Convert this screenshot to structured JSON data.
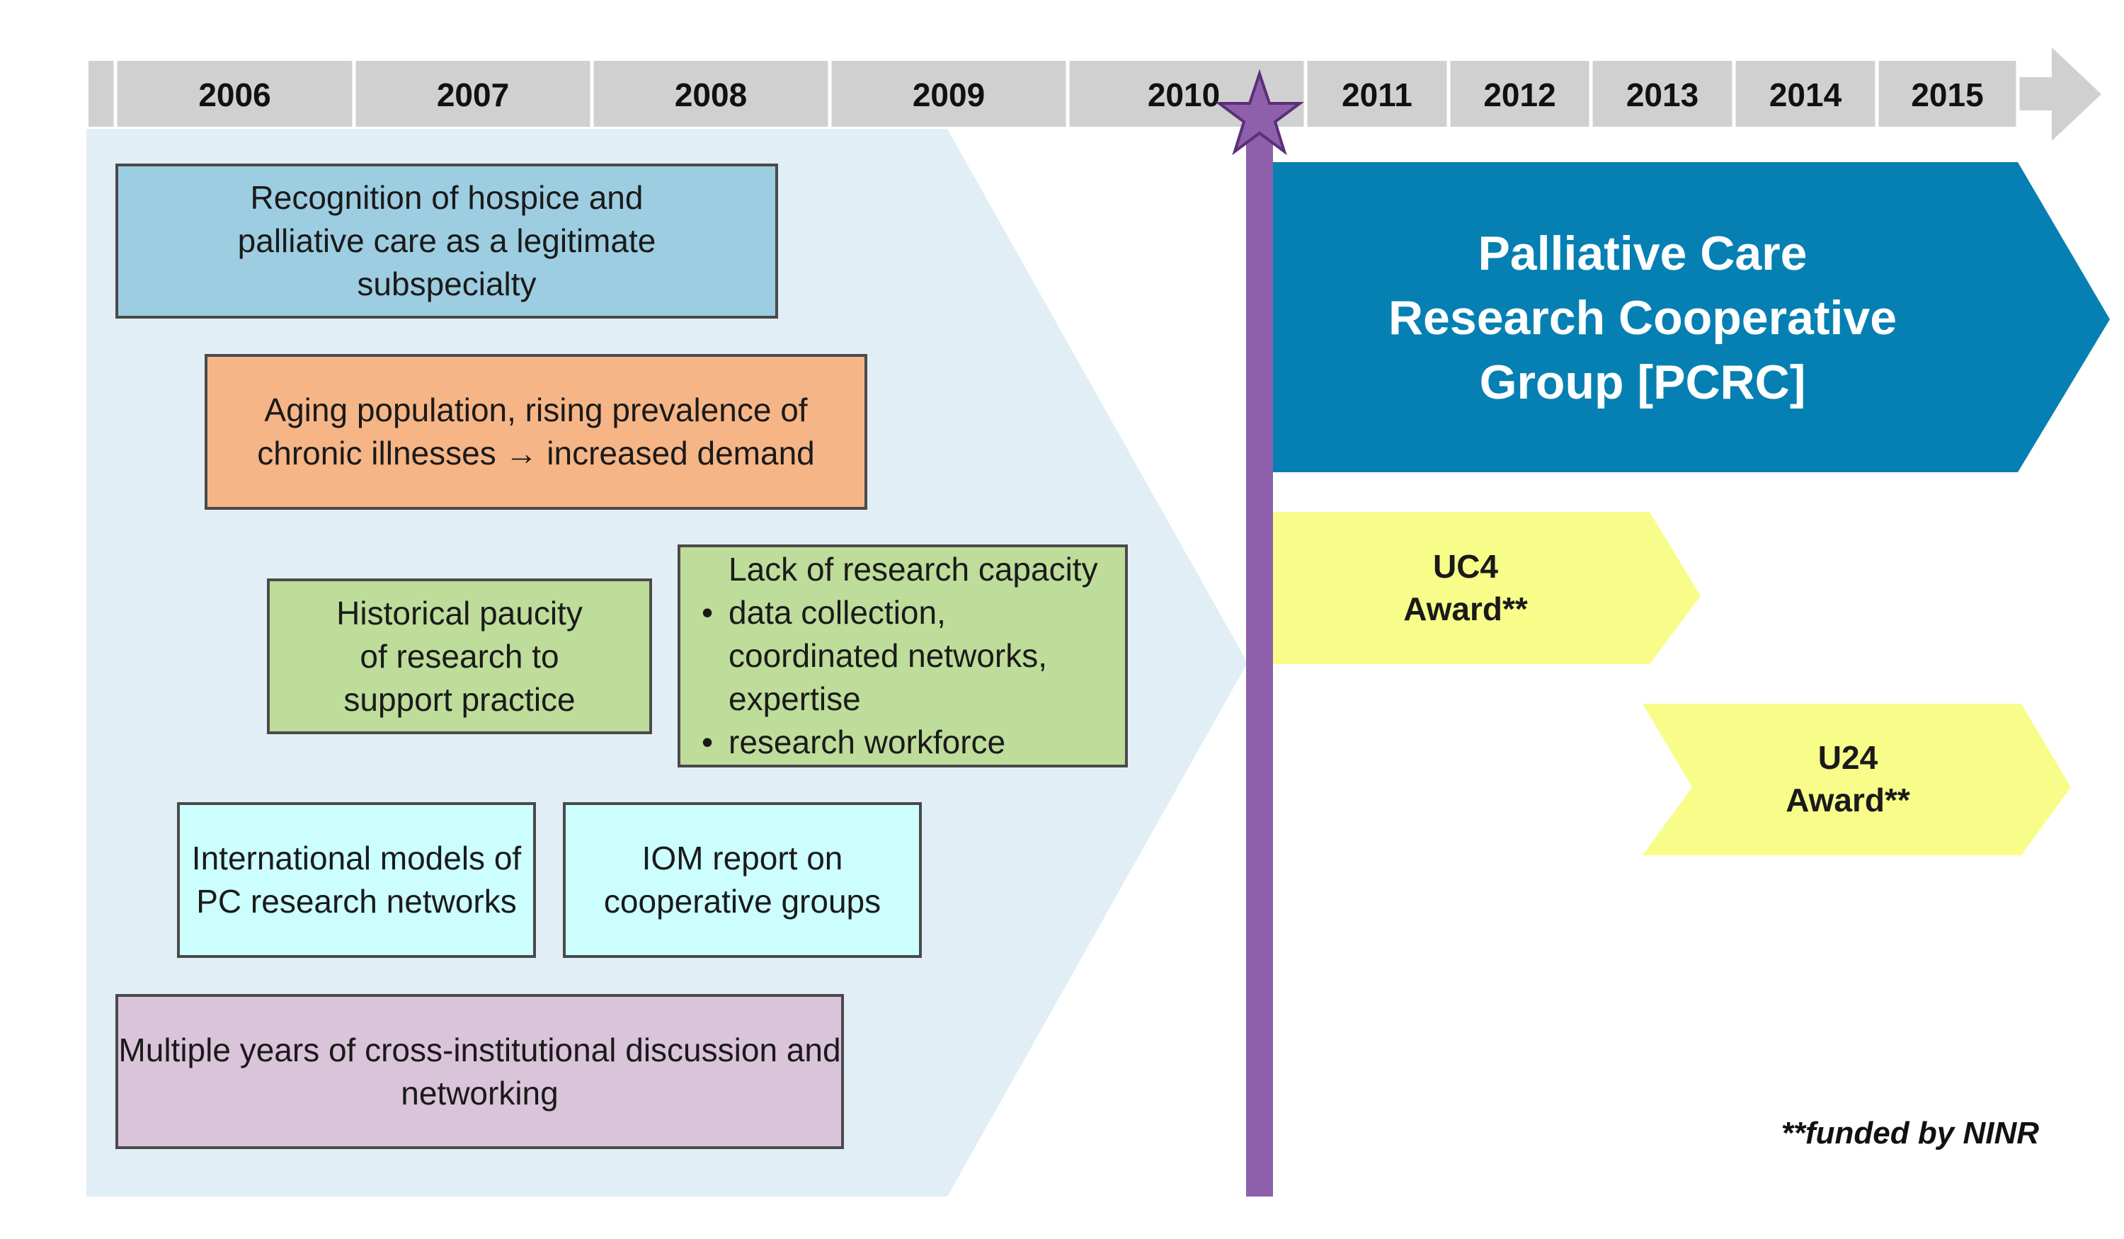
{
  "timeline": {
    "years": [
      "2006",
      "2007",
      "2008",
      "2009",
      "2010",
      "2011",
      "2012",
      "2013",
      "2014",
      "2015"
    ]
  },
  "colors": {
    "timeline_bar": "#d0d0d0",
    "background_chevron": "#e1eef5",
    "milestone": "#8e5faa",
    "pcrc_arrow": "#0680b3",
    "award_arrow": "#f8fd8a",
    "box_recognition": "#9dcde1",
    "box_aging": "#f6b586",
    "box_green": "#bedc9a",
    "box_cyan": "#ccfefe",
    "box_purple": "#dac4d9"
  },
  "factors": {
    "recognition": {
      "lines": [
        "Recognition of hospice and",
        "palliative care as a legitimate",
        "subspecialty"
      ]
    },
    "aging": {
      "lines": [
        "Aging population, rising prevalence of",
        "chronic illnesses → increased demand"
      ]
    },
    "paucity": {
      "lines": [
        "Historical paucity",
        "of research to",
        "support practice"
      ]
    },
    "capacity": {
      "heading": "Lack of research capacity",
      "bullets": [
        "data collection, coordinated networks, expertise",
        "research workforce"
      ]
    },
    "international": {
      "lines": [
        "International models of",
        "PC research networks"
      ]
    },
    "iom": {
      "lines": [
        "IOM report on",
        "cooperative groups"
      ]
    },
    "discussion": {
      "lines": [
        "Multiple years of cross-institutional discussion and",
        "networking"
      ]
    }
  },
  "pcrc": {
    "lines": [
      "Palliative Care",
      "Research Cooperative",
      "Group [PCRC]"
    ]
  },
  "awards": {
    "uc4": {
      "lines": [
        "UC4",
        "Award**"
      ]
    },
    "u24": {
      "lines": [
        "U24",
        "Award**"
      ]
    }
  },
  "footnote": "**funded by NINR"
}
